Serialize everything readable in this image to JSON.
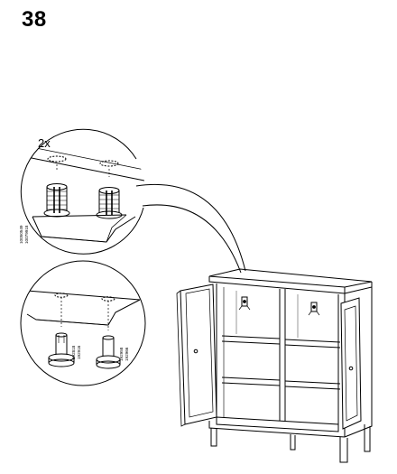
{
  "step": {
    "number": "38",
    "quantity": "2x"
  },
  "part_numbers": {
    "top_left_a": "10050549",
    "top_left_b": "10079918",
    "bottom_a": "192818",
    "bottom_b": "192916",
    "bottom_c": "192958",
    "bottom_d": "192966"
  }
}
